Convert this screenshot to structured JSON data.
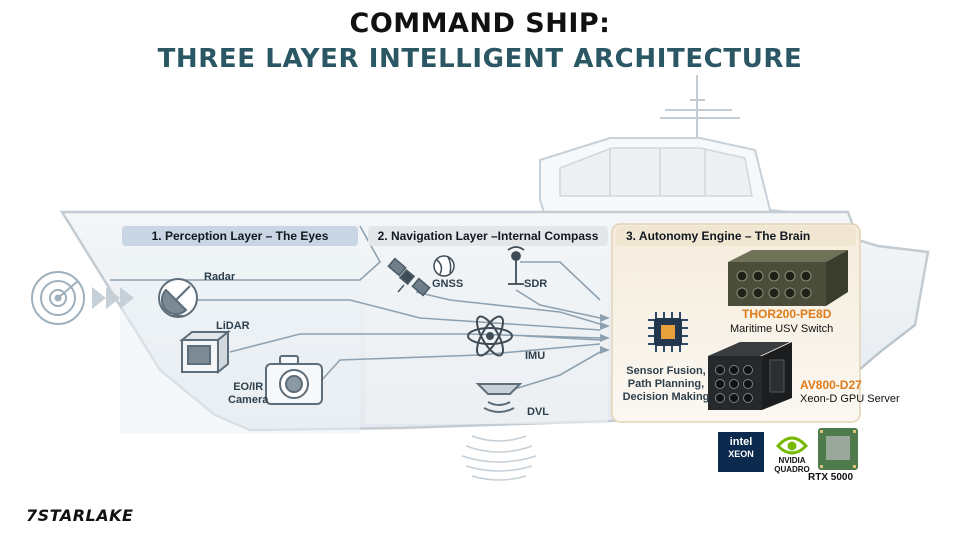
{
  "title": {
    "line1": "COMMAND SHIP:",
    "line2": "THREE LAYER INTELLIGENT ARCHITECTURE"
  },
  "layers": [
    {
      "label": "1. Perception Layer – The Eyes"
    },
    {
      "label": "2. Navigation Layer –Internal Compass"
    },
    {
      "label": "3. Autonomy Engine – The Brain"
    }
  ],
  "sensors": {
    "radar": "Radar",
    "lidar": "LiDAR",
    "eoir_line1": "EO/IR",
    "eoir_line2": "Camera",
    "gnss": "GNSS",
    "sdr": "SDR",
    "imu": "IMU",
    "dvl": "DVL"
  },
  "core": {
    "line1": "Sensor Fusion,",
    "line2": "Path Planning,",
    "line3": "Decision  Making"
  },
  "products": [
    {
      "name": "THOR200-PE8D",
      "desc": "Maritime USV Switch"
    },
    {
      "name": "AV800-D27",
      "desc": "Xeon-D GPU Server"
    }
  ],
  "badges": {
    "intel_line1": "intel",
    "intel_line2": "XEON",
    "nvidia_line1": "NVIDIA",
    "nvidia_line2": "QUADRO",
    "rtx": "RTX 5000"
  },
  "brand": "7STARLAKE",
  "colors": {
    "title_accent": "#2a5763",
    "product_name": "#e07b1a",
    "layer1_header": "#c9d5e4",
    "layer2_header": "#e4e6ea",
    "layer3_header": "#f1e6d2"
  }
}
